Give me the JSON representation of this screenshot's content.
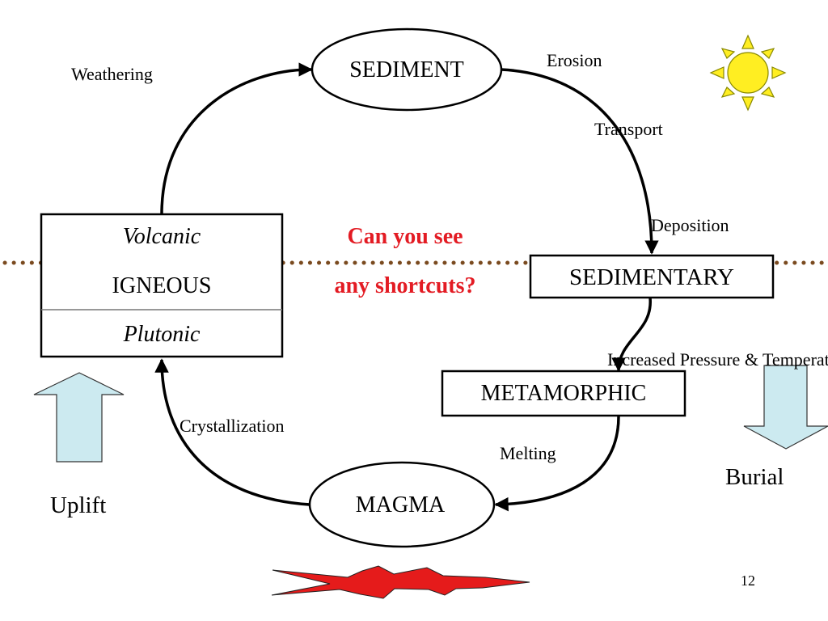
{
  "colors": {
    "question": "#e31b23",
    "sun": "#ffee22",
    "sun_stroke": "#888800",
    "arrow_fill": "#cceaf0",
    "heat": "#e51b1b",
    "dotted_line": "#7a4a1f"
  },
  "nodes": {
    "sediment": "SEDIMENT",
    "sedimentary": "SEDIMENTARY",
    "metamorphic": "METAMORPHIC",
    "magma": "MAGMA",
    "igneous": {
      "volcanic": "Volcanic",
      "name": "IGNEOUS",
      "plutonic": "Plutonic"
    }
  },
  "processes": {
    "weathering": "Weathering",
    "erosion": "Erosion",
    "transport": "Transport",
    "deposition": "Deposition",
    "pressure_temp": "Increased Pressure & Temperature",
    "melting": "Melting",
    "crystallization": "Crystallization"
  },
  "question": {
    "line1": "Can you see",
    "line2": "any shortcuts?"
  },
  "side_labels": {
    "uplift": "Uplift",
    "burial": "Burial"
  },
  "icons": {
    "sun": "sun-icon",
    "heat": "heat-burst-icon",
    "uplift": "up-arrow-icon",
    "burial": "down-arrow-icon"
  },
  "page_number": "12"
}
